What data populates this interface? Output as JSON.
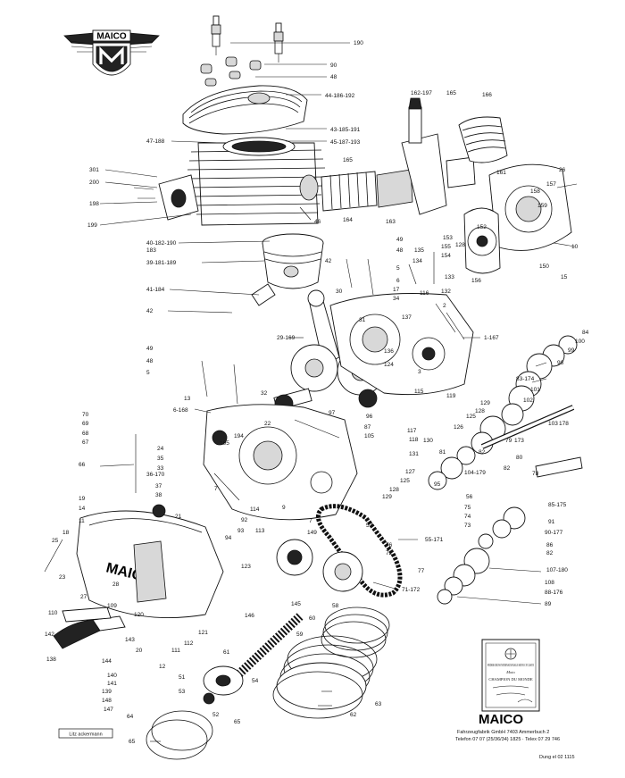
{
  "logo": {
    "text": "MAICO",
    "letter": "M"
  },
  "labels": [
    {
      "id": "l190",
      "t": "190"
    },
    {
      "id": "l90",
      "t": "90"
    },
    {
      "id": "l48a",
      "t": "48"
    },
    {
      "id": "l44",
      "t": "44-186-192"
    },
    {
      "id": "l43",
      "t": "43-185-191"
    },
    {
      "id": "l45",
      "t": "45-187-193"
    },
    {
      "id": "l47",
      "t": "47-188"
    },
    {
      "id": "l165a",
      "t": "165"
    },
    {
      "id": "l301",
      "t": "301"
    },
    {
      "id": "l200",
      "t": "200"
    },
    {
      "id": "l198",
      "t": "198"
    },
    {
      "id": "l199",
      "t": "199"
    },
    {
      "id": "l46",
      "t": "46"
    },
    {
      "id": "l164",
      "t": "164"
    },
    {
      "id": "l163",
      "t": "163"
    },
    {
      "id": "l162",
      "t": "162-197"
    },
    {
      "id": "l165b",
      "t": "165"
    },
    {
      "id": "l166",
      "t": "166"
    },
    {
      "id": "l161",
      "t": "161"
    },
    {
      "id": "l26",
      "t": "26"
    },
    {
      "id": "l157",
      "t": "157"
    },
    {
      "id": "l158",
      "t": "158"
    },
    {
      "id": "l159",
      "t": "159"
    },
    {
      "id": "l152",
      "t": "152"
    },
    {
      "id": "l10",
      "t": "10"
    },
    {
      "id": "l150",
      "t": "150"
    },
    {
      "id": "l15",
      "t": "15"
    },
    {
      "id": "l40",
      "t": "40-182-190"
    },
    {
      "id": "l183",
      "t": "183"
    },
    {
      "id": "l39",
      "t": "39-181-189"
    },
    {
      "id": "l49a",
      "t": "49"
    },
    {
      "id": "l48b",
      "t": "48"
    },
    {
      "id": "l42a",
      "t": "42"
    },
    {
      "id": "l5a",
      "t": "5"
    },
    {
      "id": "l6",
      "t": "6"
    },
    {
      "id": "l153",
      "t": "153"
    },
    {
      "id": "l135",
      "t": "135"
    },
    {
      "id": "l155",
      "t": "155"
    },
    {
      "id": "l128a",
      "t": "128"
    },
    {
      "id": "l154",
      "t": "154"
    },
    {
      "id": "l134",
      "t": "134"
    },
    {
      "id": "l133",
      "t": "133"
    },
    {
      "id": "l156",
      "t": "156"
    },
    {
      "id": "l41",
      "t": "41-184"
    },
    {
      "id": "l30",
      "t": "30"
    },
    {
      "id": "l17",
      "t": "17"
    },
    {
      "id": "l34",
      "t": "34"
    },
    {
      "id": "l116",
      "t": "116"
    },
    {
      "id": "l132",
      "t": "132"
    },
    {
      "id": "l2",
      "t": "2"
    },
    {
      "id": "l42b",
      "t": "42"
    },
    {
      "id": "l31",
      "t": "31"
    },
    {
      "id": "l137",
      "t": "137"
    },
    {
      "id": "l1",
      "t": "1-167"
    },
    {
      "id": "l84",
      "t": "84"
    },
    {
      "id": "l100",
      "t": "100"
    },
    {
      "id": "l29",
      "t": "29-169"
    },
    {
      "id": "l99",
      "t": "99"
    },
    {
      "id": "l136",
      "t": "136"
    },
    {
      "id": "l124",
      "t": "124"
    },
    {
      "id": "l3",
      "t": "3"
    },
    {
      "id": "l98",
      "t": "98"
    },
    {
      "id": "l49b",
      "t": "49"
    },
    {
      "id": "l48c",
      "t": "48"
    },
    {
      "id": "l5b",
      "t": "5"
    },
    {
      "id": "l83",
      "t": "83-174"
    },
    {
      "id": "l101",
      "t": "101"
    },
    {
      "id": "l102",
      "t": "102"
    },
    {
      "id": "l115",
      "t": "115"
    },
    {
      "id": "l119",
      "t": "119"
    },
    {
      "id": "l32",
      "t": "32"
    },
    {
      "id": "l13",
      "t": "13"
    },
    {
      "id": "l6b",
      "t": "6-168"
    },
    {
      "id": "l97",
      "t": "97"
    },
    {
      "id": "l96",
      "t": "96"
    },
    {
      "id": "l129",
      "t": "129"
    },
    {
      "id": "l128b",
      "t": "128"
    },
    {
      "id": "l125a",
      "t": "125"
    },
    {
      "id": "l103",
      "t": "103"
    },
    {
      "id": "l178",
      "t": "178"
    },
    {
      "id": "l79",
      "t": "79"
    },
    {
      "id": "l173",
      "t": "173"
    },
    {
      "id": "l70",
      "t": "70"
    },
    {
      "id": "l69",
      "t": "69"
    },
    {
      "id": "l68",
      "t": "68"
    },
    {
      "id": "l67",
      "t": "67"
    },
    {
      "id": "l22",
      "t": "22"
    },
    {
      "id": "l194",
      "t": "194"
    },
    {
      "id": "l87",
      "t": "87"
    },
    {
      "id": "l105",
      "t": "105"
    },
    {
      "id": "l117",
      "t": "117"
    },
    {
      "id": "l118",
      "t": "118"
    },
    {
      "id": "l126",
      "t": "126"
    },
    {
      "id": "l130",
      "t": "130"
    },
    {
      "id": "l24",
      "t": "24"
    },
    {
      "id": "l35",
      "t": "35"
    },
    {
      "id": "l195",
      "t": "195"
    },
    {
      "id": "l131",
      "t": "131"
    },
    {
      "id": "l81",
      "t": "81"
    },
    {
      "id": "l82a",
      "t": "82"
    },
    {
      "id": "l80",
      "t": "80"
    },
    {
      "id": "l66",
      "t": "66"
    },
    {
      "id": "l33",
      "t": "33"
    },
    {
      "id": "l36",
      "t": "36-170"
    },
    {
      "id": "l127",
      "t": "127"
    },
    {
      "id": "l104",
      "t": "104-179"
    },
    {
      "id": "l82b",
      "t": "82"
    },
    {
      "id": "l78",
      "t": "78"
    },
    {
      "id": "l37",
      "t": "37"
    },
    {
      "id": "l38",
      "t": "38"
    },
    {
      "id": "l125b",
      "t": "125"
    },
    {
      "id": "l128c",
      "t": "128"
    },
    {
      "id": "l129b",
      "t": "129"
    },
    {
      "id": "l95",
      "t": "95"
    },
    {
      "id": "l56",
      "t": "56"
    },
    {
      "id": "l85",
      "t": "85-175"
    },
    {
      "id": "l19",
      "t": "19"
    },
    {
      "id": "l14",
      "t": "14"
    },
    {
      "id": "l7a",
      "t": "7"
    },
    {
      "id": "l114",
      "t": "114"
    },
    {
      "id": "l9",
      "t": "9"
    },
    {
      "id": "l7b",
      "t": "7"
    },
    {
      "id": "l75",
      "t": "75"
    },
    {
      "id": "l74",
      "t": "74"
    },
    {
      "id": "l91",
      "t": "91"
    },
    {
      "id": "l11",
      "t": "11"
    },
    {
      "id": "l21",
      "t": "21"
    },
    {
      "id": "l92",
      "t": "92"
    },
    {
      "id": "l93",
      "t": "93"
    },
    {
      "id": "l113",
      "t": "113"
    },
    {
      "id": "l73",
      "t": "73"
    },
    {
      "id": "l90b",
      "t": "90-177"
    },
    {
      "id": "l18",
      "t": "18"
    },
    {
      "id": "l94",
      "t": "94"
    },
    {
      "id": "l149",
      "t": "149"
    },
    {
      "id": "l57",
      "t": "57"
    },
    {
      "id": "l55",
      "t": "55-171"
    },
    {
      "id": "l86",
      "t": "86"
    },
    {
      "id": "l25",
      "t": "25"
    },
    {
      "id": "l76",
      "t": "76"
    },
    {
      "id": "l72",
      "t": "72"
    },
    {
      "id": "l82c",
      "t": "82"
    },
    {
      "id": "l77",
      "t": "77"
    },
    {
      "id": "l107",
      "t": "107-180"
    },
    {
      "id": "l123",
      "t": "123"
    },
    {
      "id": "l23",
      "t": "23"
    },
    {
      "id": "l28",
      "t": "28"
    },
    {
      "id": "l27",
      "t": "27"
    },
    {
      "id": "l108",
      "t": "108"
    },
    {
      "id": "l71",
      "t": "71-172"
    },
    {
      "id": "l88",
      "t": "88-176"
    },
    {
      "id": "l109",
      "t": "109"
    },
    {
      "id": "l146",
      "t": "146"
    },
    {
      "id": "l145",
      "t": "145"
    },
    {
      "id": "l58",
      "t": "58"
    },
    {
      "id": "l89",
      "t": "89"
    },
    {
      "id": "l110",
      "t": "110"
    },
    {
      "id": "l120",
      "t": "120"
    },
    {
      "id": "l60",
      "t": "60"
    },
    {
      "id": "l142",
      "t": "142"
    },
    {
      "id": "l143",
      "t": "143"
    },
    {
      "id": "l121",
      "t": "121"
    },
    {
      "id": "l59",
      "t": "59"
    },
    {
      "id": "l111",
      "t": "111"
    },
    {
      "id": "l20",
      "t": "20"
    },
    {
      "id": "l112",
      "t": "112"
    },
    {
      "id": "l138",
      "t": "138"
    },
    {
      "id": "l144",
      "t": "144"
    },
    {
      "id": "l12",
      "t": "12"
    },
    {
      "id": "l61",
      "t": "61"
    },
    {
      "id": "l140",
      "t": "140"
    },
    {
      "id": "l141",
      "t": "141"
    },
    {
      "id": "l139",
      "t": "139"
    },
    {
      "id": "l148",
      "t": "148"
    },
    {
      "id": "l147",
      "t": "147"
    },
    {
      "id": "l51",
      "t": "51"
    },
    {
      "id": "l54",
      "t": "54"
    },
    {
      "id": "l53",
      "t": "53"
    },
    {
      "id": "l63",
      "t": "63"
    },
    {
      "id": "l52",
      "t": "52"
    },
    {
      "id": "l62",
      "t": "62"
    },
    {
      "id": "l64",
      "t": "64"
    },
    {
      "id": "l65",
      "t": "65"
    },
    {
      "id": "l65b",
      "t": "65"
    }
  ],
  "credit": "Litz ackermann",
  "certificate": {
    "org": "FEDERATION INTERNATIONALE MOTOCYCLISTE",
    "line2": "Moto",
    "line3": "CHAMPION DU MONDE"
  },
  "footer": {
    "brand": "MAICO",
    "company": "Fahrzeugfabrik GmbH 7403 Ammerbuch 2",
    "contact": "Telefon 07 07 (25/36/34) 1825 · Telex 07 29 746",
    "code": "Dung el 02 1115"
  }
}
